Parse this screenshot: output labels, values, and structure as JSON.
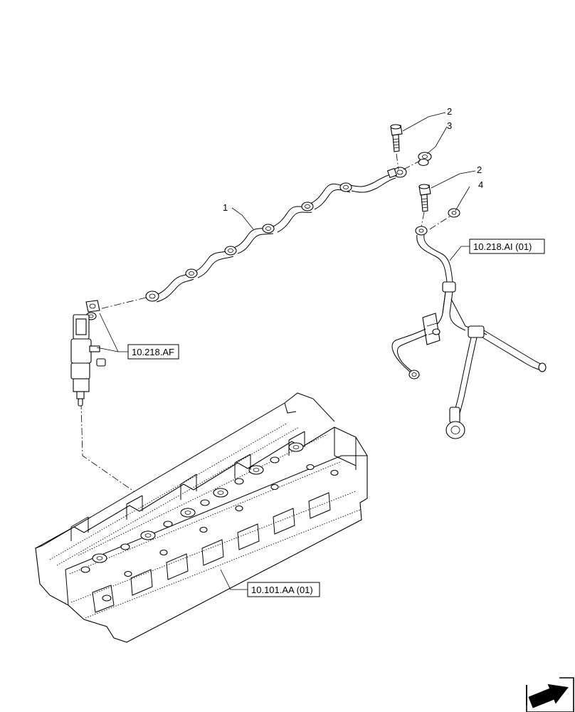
{
  "callouts": {
    "c1": "1",
    "c2a": "2",
    "c2b": "2",
    "c3": "3",
    "c4": "4"
  },
  "references": {
    "af": "10.218.AF",
    "ai": "10.218.AI (01)",
    "aa": "10.101.AA (01)"
  },
  "icons": {
    "navigation": "arrow-nav-icon"
  }
}
